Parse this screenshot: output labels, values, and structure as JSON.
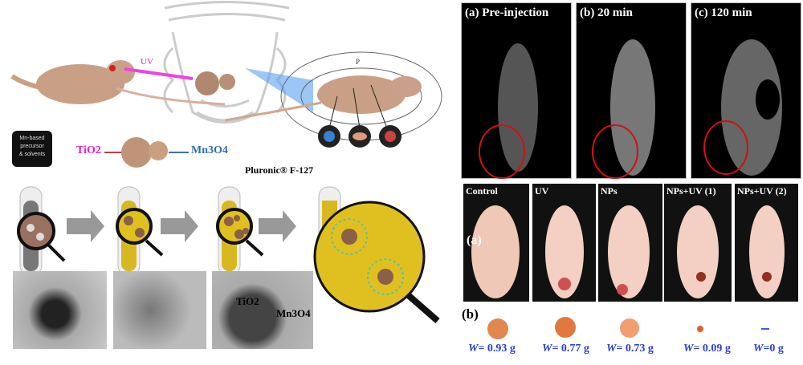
{
  "synthesis": {
    "precursor_box": [
      "Mn-based",
      "precursor",
      "& solvents"
    ],
    "tio2_label": "TiO2",
    "mn3o4_label": "Mn3O4",
    "pluronic_label": "Pluronic® F-127",
    "uv_label": "UV",
    "field_label": "P",
    "tem_tio2": "TiO2",
    "tem_mn3o4": "Mn3O4"
  },
  "mri": {
    "panels": [
      {
        "label": "(a)  Pre-injection"
      },
      {
        "label": "(b)  20 min"
      },
      {
        "label": "(c)  120 min"
      }
    ]
  },
  "photos": {
    "panel_label": "(a)",
    "panels": [
      {
        "label": "Control"
      },
      {
        "label": "UV"
      },
      {
        "label": "NPs"
      },
      {
        "label": "NPs+UV (1)"
      },
      {
        "label": "NPs+UV (2)"
      }
    ]
  },
  "tumors": {
    "panel_label": "(b)",
    "weights": [
      {
        "prefix": "W",
        "value": "= 0.93 g"
      },
      {
        "prefix": "W",
        "value": "= 0.77 g"
      },
      {
        "prefix": "W",
        "value": "= 0.73 g"
      },
      {
        "prefix": "W",
        "value": "= 0.09 g"
      },
      {
        "prefix": "W",
        "value": "=0 g"
      }
    ]
  },
  "colors": {
    "tio2": "#e020d0",
    "mn3o4": "#2f6db5",
    "weight": "#2a3fd8",
    "circle": "#d01010",
    "solution": "#e0c020"
  }
}
